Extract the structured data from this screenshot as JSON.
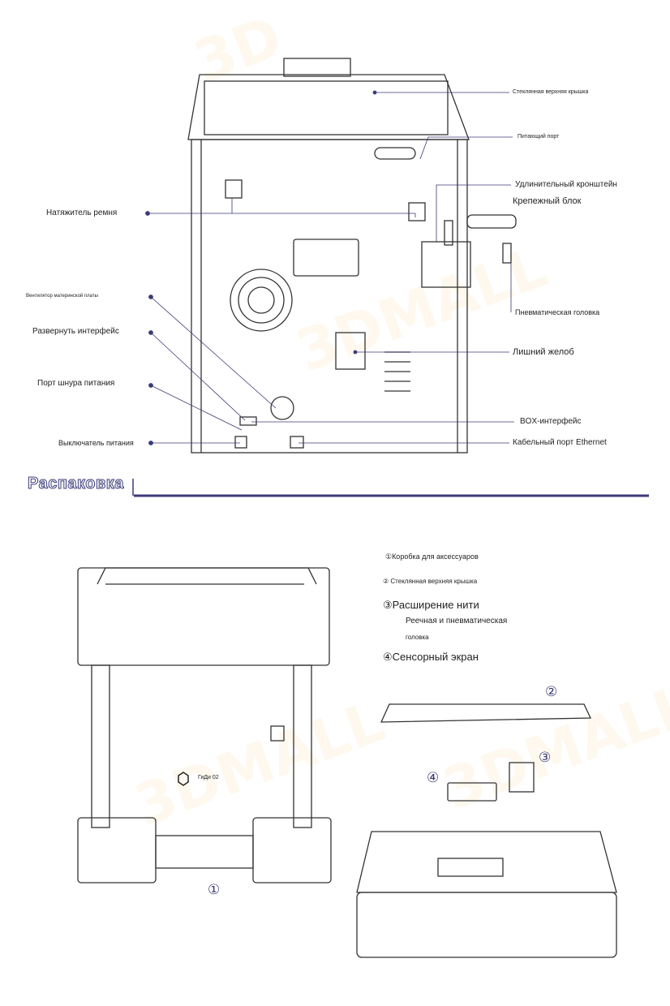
{
  "watermark": "3DMALL",
  "back_view": {
    "right_labels": {
      "glass_lid": "Стеклянная верхняя крышка",
      "feed_port": "Питающий порт",
      "extension_bracket": "Удлинительный кронштейн",
      "mount_block": "Крепежный блок",
      "pneumatic_head": "Пневматическая головка",
      "extra_chute": "Лишний желоб",
      "box_interface": "BOX-интерфейс",
      "ethernet_port": "Кабельный порт Ethernet"
    },
    "left_labels": {
      "belt_tensioner": "Натяжитель ремня",
      "mainboard_fan": "Вентилятор материнской платы",
      "expand_interface": "Развернуть интерфейс",
      "power_cord_port": "Порт шнура питания",
      "power_switch": "Выключатель питания"
    }
  },
  "section_title": "Распаковка",
  "unpacking": {
    "items": [
      {
        "text": "①Коробка для аксессуаров"
      },
      {
        "text": "② Стеклянная верхняя крышка"
      },
      {
        "text": "③Расширение нити"
      },
      {
        "text": "④Сенсорный экран"
      }
    ],
    "item3_sub1": "Реечная и пневматическая",
    "item3_sub2": "головка",
    "markers": [
      "①",
      "②",
      "③",
      "④"
    ],
    "printer_brand": "ГиДи 02"
  },
  "colors": {
    "accent": "#3b3a78",
    "line": "#333333"
  }
}
